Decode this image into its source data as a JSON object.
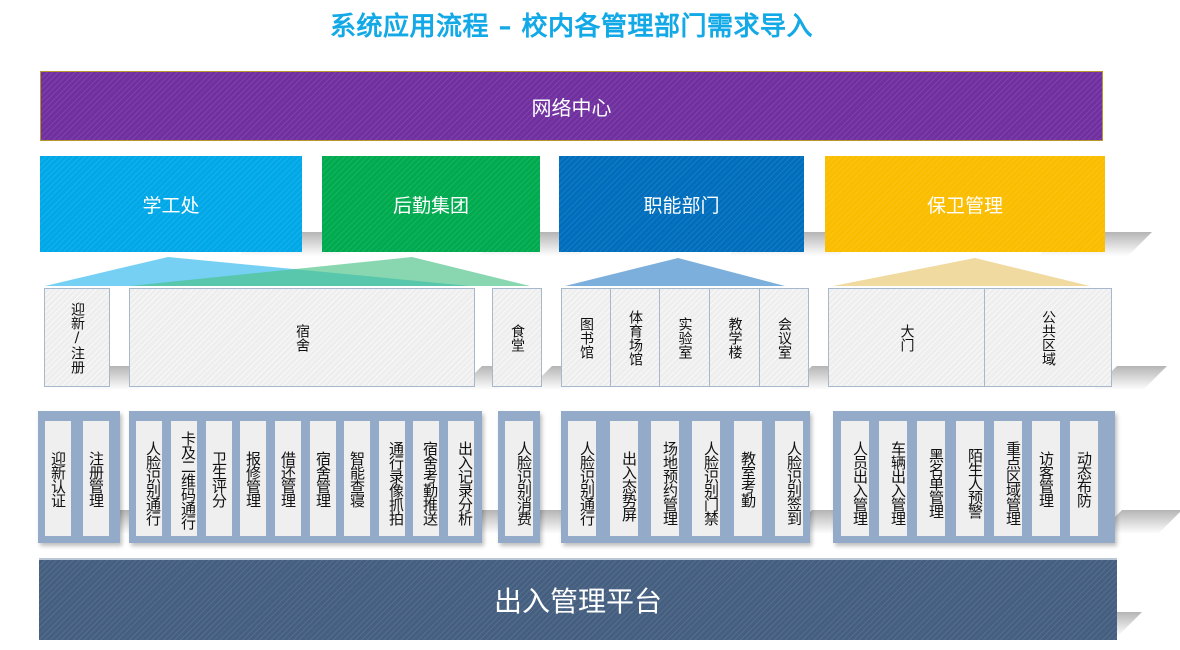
{
  "title": "系统应用流程 – 校内各管理部门需求导入",
  "network_center": {
    "label": "网络中心",
    "color": "#7030a0"
  },
  "departments": [
    {
      "label": "学工处",
      "color": "#00a8e8"
    },
    {
      "label": "后勤集团",
      "color": "#00aa4f"
    },
    {
      "label": "职能部门",
      "color": "#006ebc"
    },
    {
      "label": "保卫管理",
      "color": "#fbbd00"
    }
  ],
  "locations": [
    {
      "label": "迎新/注册"
    },
    {
      "label": "宿舍"
    },
    {
      "label": "食堂"
    },
    {
      "label": "图书馆"
    },
    {
      "label": "体育场馆"
    },
    {
      "label": "实验室"
    },
    {
      "label": "教学楼"
    },
    {
      "label": "会议室"
    },
    {
      "label": "大门"
    },
    {
      "label": "公共区域"
    }
  ],
  "functions": {
    "enrollment": [
      "迎新认证",
      "注册管理"
    ],
    "dormitory": [
      "人脸识别通行",
      "卡及二维码通行",
      "卫生评分",
      "报修管理",
      "借还管理",
      "宿舍管理",
      "智能查寝",
      "通行录像抓拍",
      "宿舍考勤推送",
      "出入记录分析"
    ],
    "canteen": [
      "人脸识别消费"
    ],
    "functional": [
      "人脸识别通行",
      "出入态势屏",
      "场地预约管理",
      "人脸识别门禁",
      "教室考勤",
      "人脸识别签到"
    ],
    "security": [
      "人员出入管理",
      "车辆出入管理",
      "黑名单管理",
      "陌生人预警",
      "重点区域管理",
      "访客管理",
      "动态布防"
    ]
  },
  "platform": {
    "label": "出入管理平台",
    "color": "#455f80"
  }
}
